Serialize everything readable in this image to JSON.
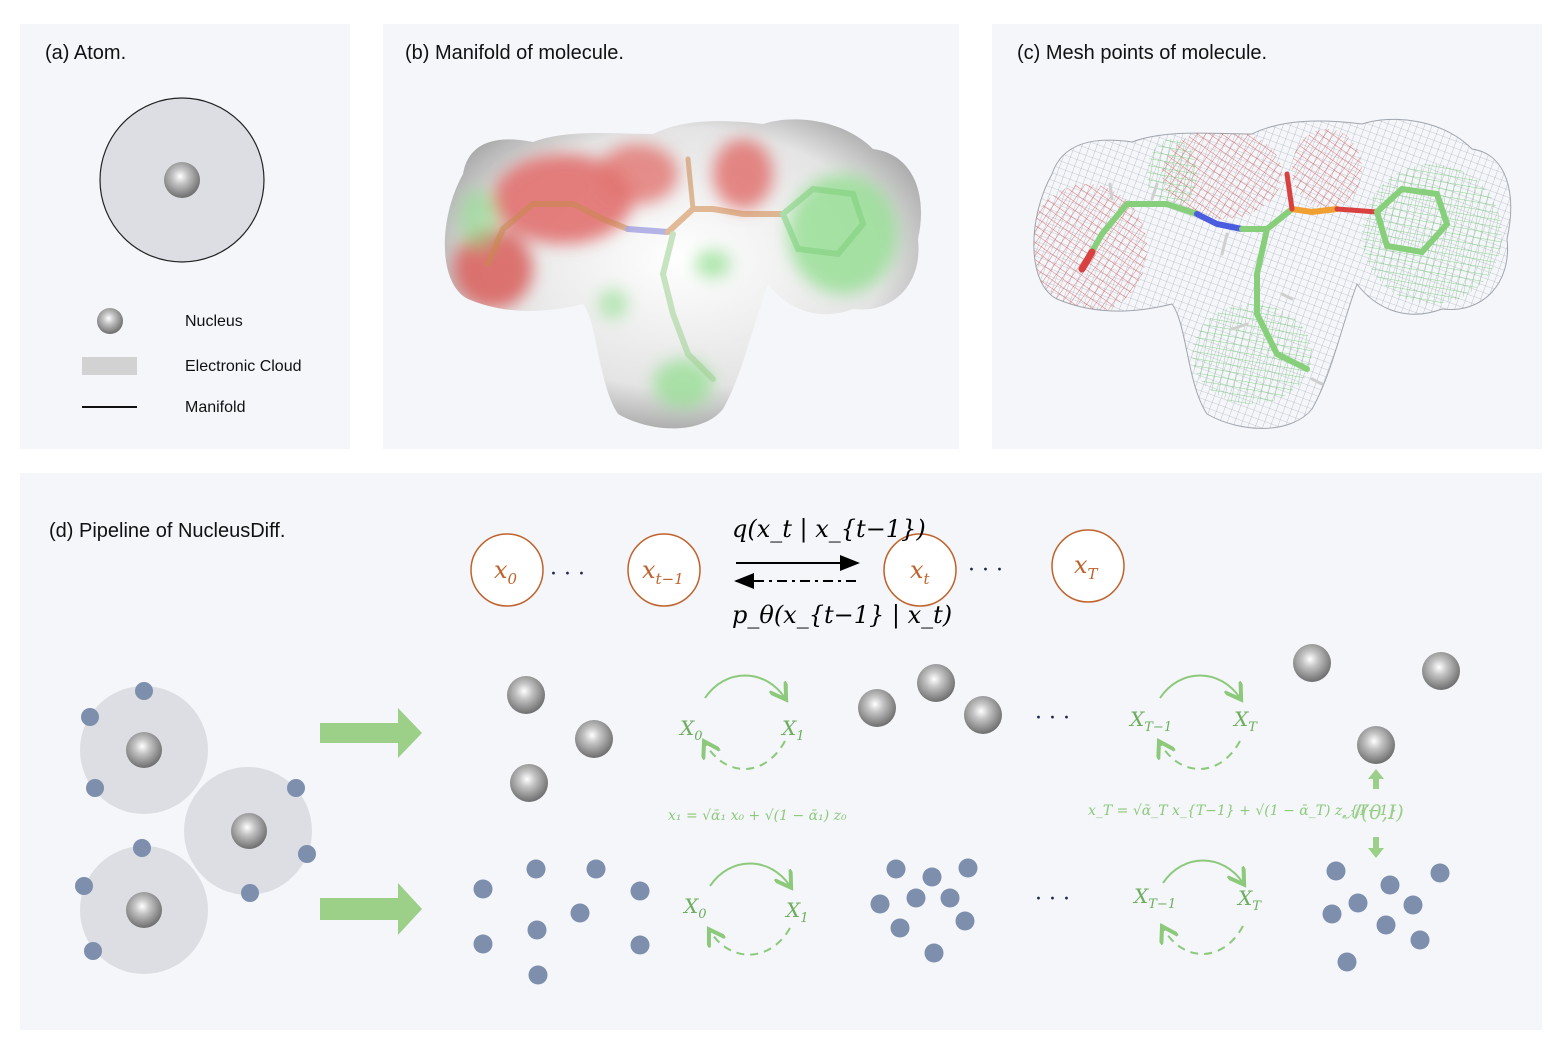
{
  "panels": {
    "a": {
      "title": "(a) Atom.",
      "legend": {
        "nucleus": "Nucleus",
        "cloud": "Electronic Cloud",
        "manifold": "Manifold"
      }
    },
    "b": {
      "title": "(b) Manifold of molecule."
    },
    "c": {
      "title": "(c) Mesh points of molecule."
    },
    "d": {
      "title": "(d) Pipeline of NucleusDiff.",
      "chain": {
        "x0": "x",
        "x0_sub": "0",
        "xt1": "x",
        "xt1_sub": "t−1",
        "xt": "x",
        "xt_sub": "t",
        "xT": "x",
        "xT_sub": "T",
        "dots": "· · ·",
        "forward": "q(x_t | x_{t−1})",
        "reverse": "p_θ(x_{t−1} | x_t)"
      },
      "loops": {
        "top_left": {
          "from": "X",
          "from_sub": "0",
          "to": "X",
          "to_sub": "1"
        },
        "top_right": {
          "from": "X",
          "from_sub": "T−1",
          "to": "X",
          "to_sub": "T"
        },
        "bottom_left": {
          "from": "X",
          "from_sub": "0",
          "to": "X",
          "to_sub": "1"
        },
        "bottom_right": {
          "from": "X",
          "from_sub": "T−1",
          "to": "X",
          "to_sub": "T"
        }
      },
      "formulas": {
        "left": "x₁ = √ᾱ₁ x₀ + √(1 − ᾱ₁) z₀",
        "right": "x_T = √ᾱ_T x_{T−1} + √(1 − ᾱ_T) z_{T−1}",
        "noise": "𝒩(0,I)"
      },
      "ellipsis": "· · ·"
    }
  },
  "colors": {
    "panel_bg": "#f4f6fa",
    "orange": "#c0622b",
    "green": "#8cc97a",
    "electron": "#7d8fad",
    "cloud": "#dcdee3",
    "navy": "#1f2a4a"
  }
}
